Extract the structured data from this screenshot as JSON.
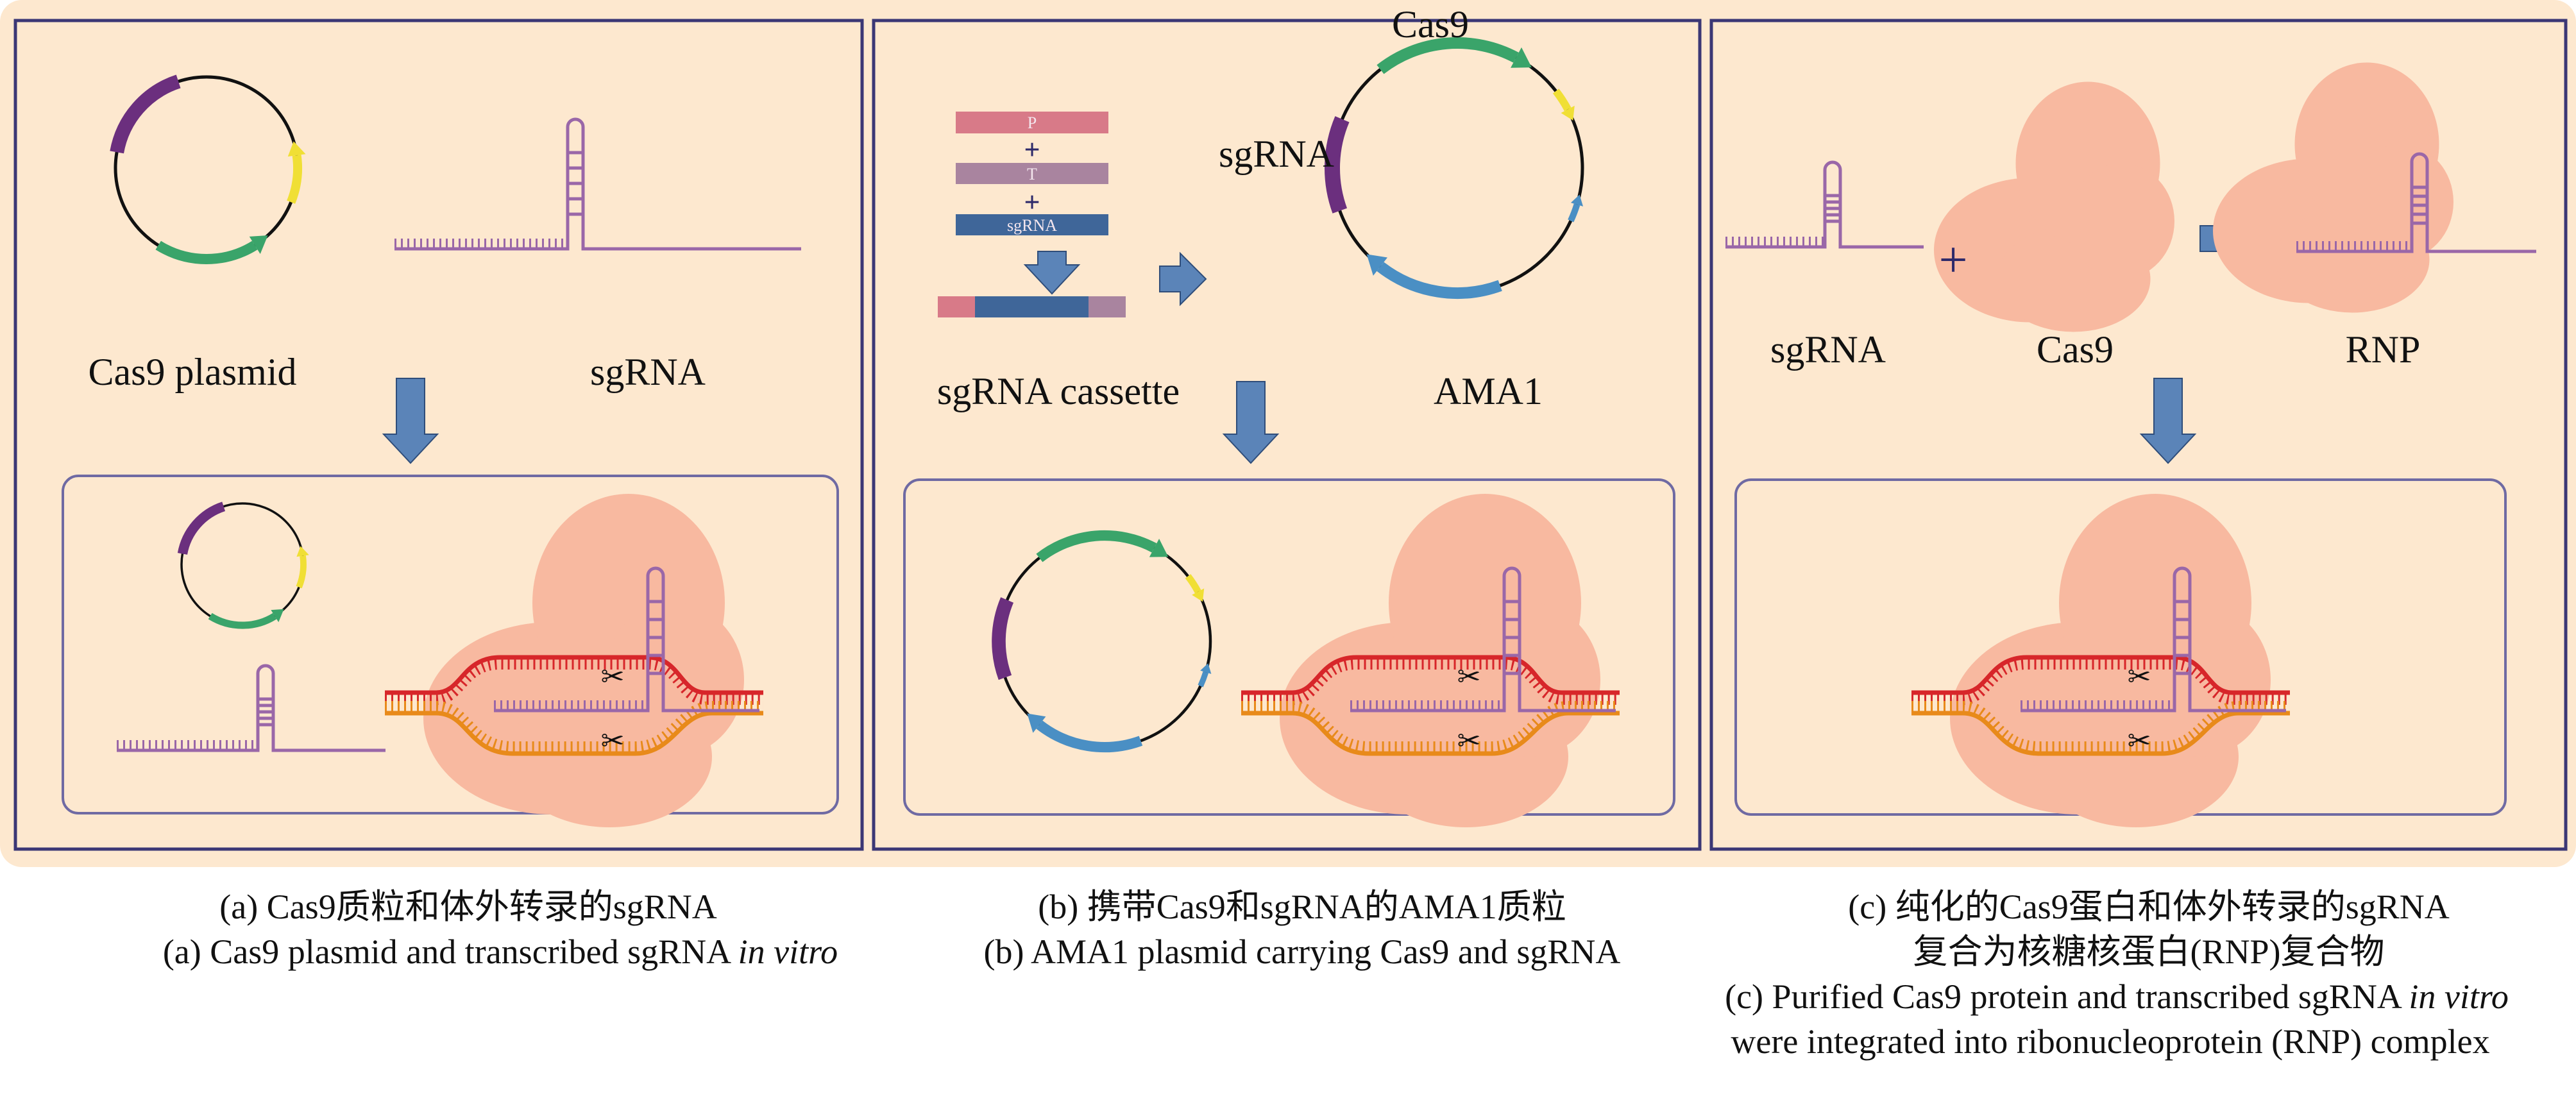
{
  "colors": {
    "background": "#fde8cf",
    "panel_border": "#3b3775",
    "inner_border": "#6f6aa3",
    "protein": "#f8b9a0",
    "plasmid_purple": "#6b2f7e",
    "plasmid_green": "#3aa46a",
    "plasmid_yellow": "#f0df35",
    "plasmid_blue": "#4a8fc4",
    "sgrna": "#9a67a8",
    "dna_top": "#d7262a",
    "dna_bottom": "#e88a1a",
    "arrow": "#5b84b8",
    "promoter": "#d87a88",
    "terminator": "#a9849f",
    "sgrna_bar": "#3f6699"
  },
  "panel_a": {
    "plasmid_label": "Cas9 plasmid",
    "sgrna_label": "sgRNA"
  },
  "panel_b": {
    "bar_p": "P",
    "bar_t": "T",
    "bar_sgrna": "sgRNA",
    "plus": "+",
    "cassette_label": "sgRNA cassette",
    "sgrna_label": "sgRNA",
    "cas9_label": "Cas9",
    "ama1_label": "AMA1"
  },
  "panel_c": {
    "sgrna_label": "sgRNA",
    "plus": "+",
    "cas9_label": "Cas9",
    "rnp_label": "RNP"
  },
  "captions": {
    "a_zh": "(a) Cas9质粒和体外转录的sgRNA",
    "a_en": "(a) Cas9 plasmid and transcribed sgRNA ",
    "a_en_italic": "in vitro",
    "b_zh": "(b) 携带Cas9和sgRNA的AMA1质粒",
    "b_en": "(b) AMA1 plasmid carrying Cas9 and sgRNA",
    "c_zh1": "(c) 纯化的Cas9蛋白和体外转录的sgRNA",
    "c_zh2": "复合为核糖核蛋白(RNP)复合物",
    "c_en1": "(c) Purified Cas9 protein and transcribed sgRNA ",
    "c_en1_italic": "in vitro",
    "c_en2": "were integrated into ribonucleoprotein (RNP) complex"
  }
}
